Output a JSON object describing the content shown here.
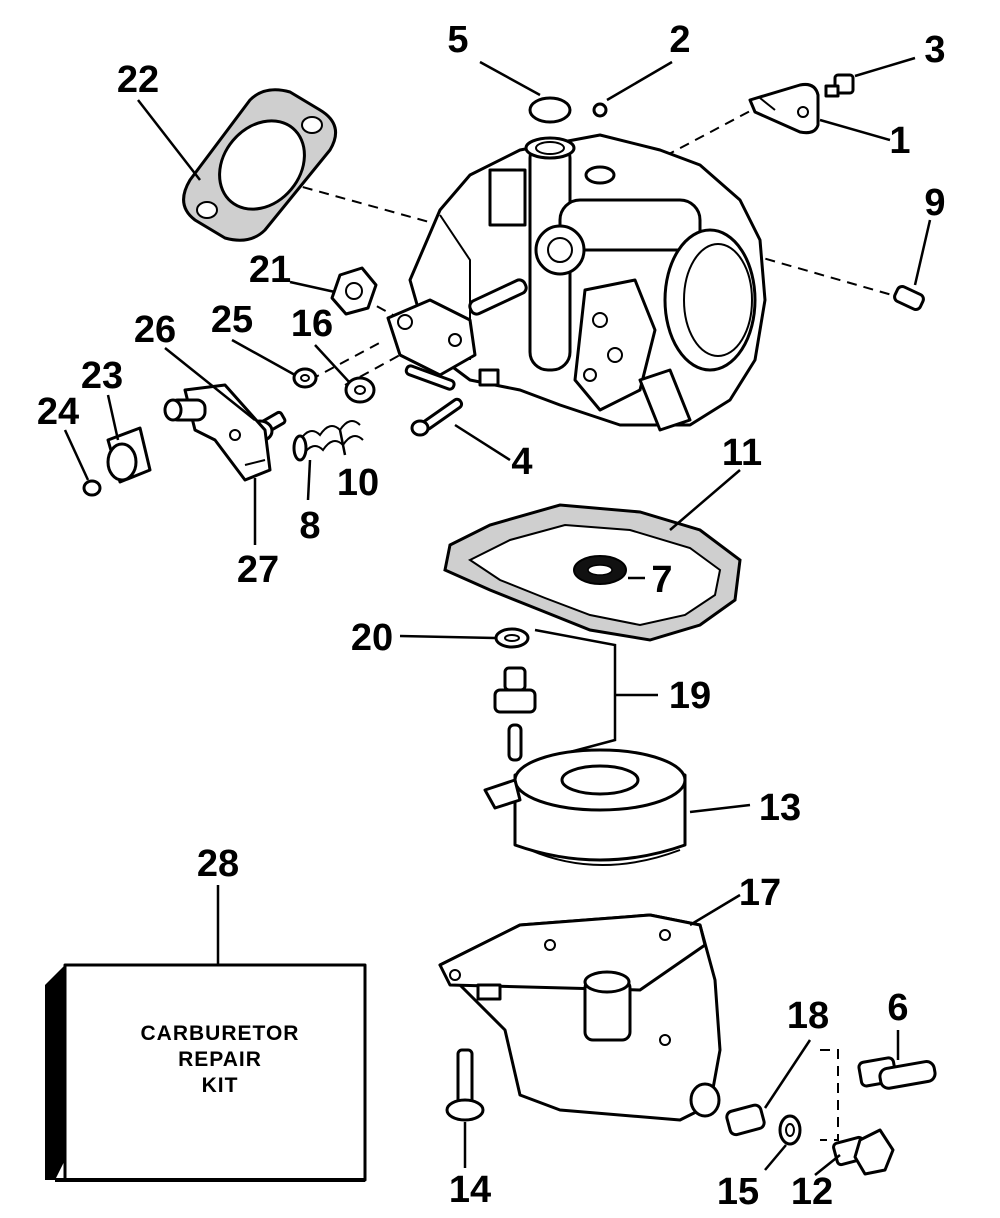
{
  "callouts": {
    "c1": "1",
    "c2": "2",
    "c3": "3",
    "c4": "4",
    "c5": "5",
    "c6": "6",
    "c7": "7",
    "c8": "8",
    "c9": "9",
    "c10": "10",
    "c11": "11",
    "c12": "12",
    "c13": "13",
    "c14": "14",
    "c15": "15",
    "c16": "16",
    "c17": "17",
    "c18": "18",
    "c19": "19",
    "c20": "20",
    "c21": "21",
    "c22": "22",
    "c23": "23",
    "c24": "24",
    "c25": "25",
    "c26": "26",
    "c27": "27",
    "c28": "28"
  },
  "kit": {
    "line1": "CARBURETOR",
    "line2": "REPAIR",
    "line3": "KIT"
  }
}
